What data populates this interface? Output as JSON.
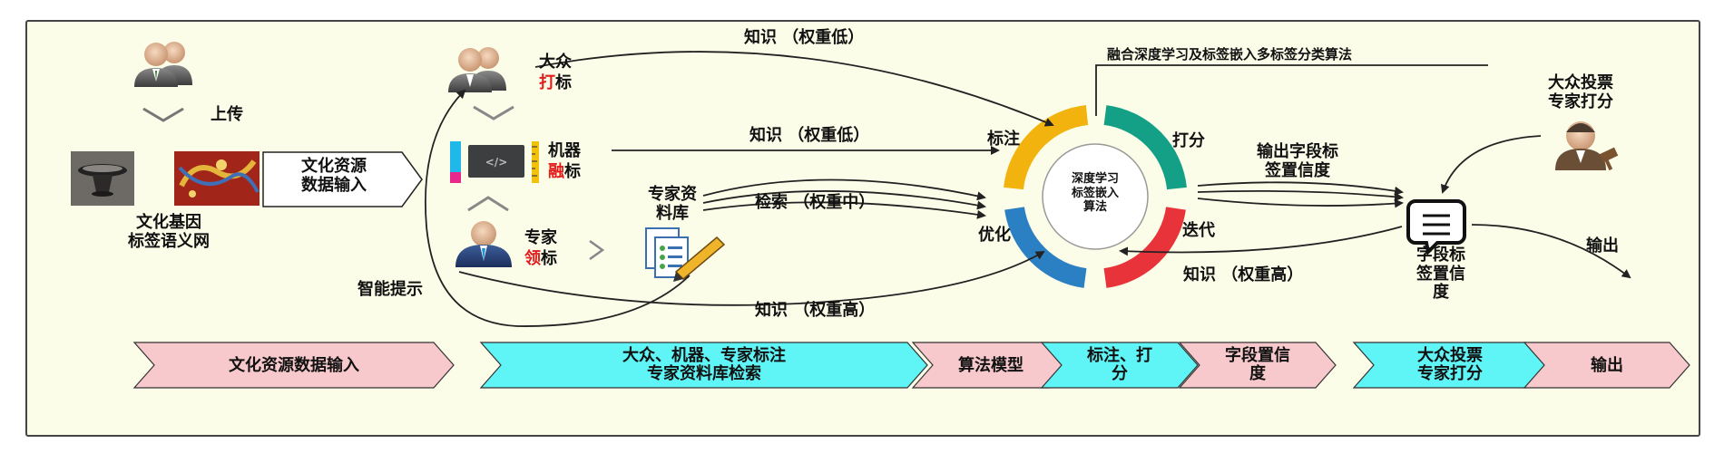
{
  "left": {
    "upload": "上传",
    "source_box": [
      "文化资源",
      "数据输入"
    ],
    "semantic_net": [
      "文化基因",
      "标签语义网"
    ]
  },
  "labelers": {
    "public_a": "大众",
    "public_b": "打",
    "public_c": "标",
    "machine_a": "机器",
    "machine_b": "融",
    "machine_c": "标",
    "expert_a": "专家",
    "expert_b": "领",
    "expert_c": "标"
  },
  "expert_db": [
    "专家资",
    "料库"
  ],
  "smart_hint": "智能提示",
  "arrows": {
    "knowledge_low_top": "知识 （权重低）",
    "knowledge_low_mid": "知识 （权重低）",
    "retrieval": "检索 （权重中）",
    "knowledge_high_bottom": "知识 （权重高）",
    "knowledge_high_right": "知识 （权重高）"
  },
  "algorithm": {
    "caption": "融合深度学习及标签嵌入多标签分类算法",
    "center": [
      "深度学习",
      "标签嵌入",
      "算法"
    ],
    "annotate": "标注",
    "score": "打分",
    "optimize": "优化",
    "iterate": "迭代"
  },
  "output_confidence": [
    "输出字段标",
    "签置信度"
  ],
  "vote": [
    "大众投票",
    "专家打分"
  ],
  "confidence_node": [
    "字段标",
    "签置信",
    "度"
  ],
  "output": "输出",
  "stages": [
    {
      "lines": [
        "文化资源数据输入"
      ],
      "fill": "#f8c9cc"
    },
    {
      "lines": [
        "大众、机器、专家标注",
        "专家资料库检索"
      ],
      "fill": "#5ff4f6"
    },
    {
      "lines": [
        "算法模型"
      ],
      "fill": "#f8c9cc"
    },
    {
      "lines": [
        "标注、打",
        "分"
      ],
      "fill": "#5ff4f6"
    },
    {
      "lines": [
        "字段置信",
        "度"
      ],
      "fill": "#f8c9cc"
    },
    {
      "lines": [
        "大众投票",
        "专家打分"
      ],
      "fill": "#5ff4f6"
    },
    {
      "lines": [
        "输出"
      ],
      "fill": "#f8c9cc"
    }
  ],
  "cycle_colors": [
    "#f3b30e",
    "#14a086",
    "#e8333b",
    "#2b7fc3"
  ],
  "icons": [
    "people-icon",
    "person-icon",
    "ruler-icon",
    "code-screen-icon",
    "notes-pencil-icon",
    "judge-gavel-icon",
    "chat-bubble-icon"
  ]
}
